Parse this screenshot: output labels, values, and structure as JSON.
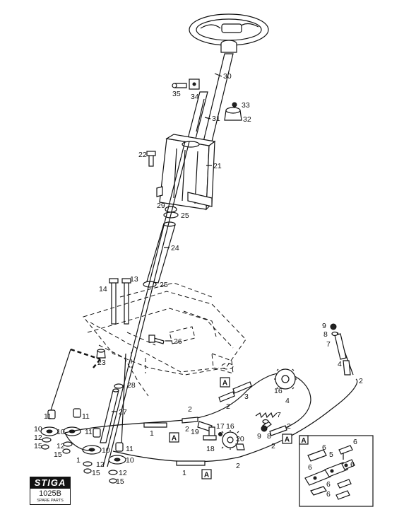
{
  "brand": {
    "logo_text": "STIGA",
    "model": "1025B",
    "subtitle": "SPARE PARTS"
  },
  "callouts": {
    "c30": "30",
    "c35": "35",
    "c34": "34",
    "c33": "33",
    "c32": "32",
    "c31": "31",
    "c22": "22",
    "c21": "21",
    "c29": "29",
    "c25a": "25",
    "c24": "24",
    "c25b": "25",
    "c14": "14",
    "c13": "13",
    "c26": "26",
    "c23": "23",
    "c28": "28",
    "c27": "27",
    "c11a": "11",
    "c11b": "11",
    "c11c": "11",
    "c11d": "11",
    "c10a": "10",
    "c10b": "10",
    "c10c": "10",
    "c10d": "10",
    "c12a": "12",
    "c12b": "12",
    "c12c": "12",
    "c12d": "12",
    "c15a": "15",
    "c15b": "15",
    "c15c": "15",
    "c15d": "15",
    "c1a": "1",
    "c1b": "1",
    "c1c": "1",
    "c2a": "2",
    "c2b": "2",
    "c2c": "2",
    "c2d": "2",
    "c2e": "2",
    "c2f": "2",
    "c2g": "2",
    "c3": "3",
    "c4a": "4",
    "c4b": "4",
    "c7a": "7",
    "c7b": "7",
    "c8a": "8",
    "c8b": "8",
    "c9a": "9",
    "c9b": "9",
    "c16a": "16",
    "c16b": "16",
    "c17": "17",
    "c18": "18",
    "c19": "19",
    "c20": "20",
    "c5": "5",
    "c6a": "6",
    "c6b": "6",
    "c6c": "6",
    "c6d": "6",
    "c6e": "6",
    "c6f": "6"
  },
  "detail_markers": {
    "a1": "A",
    "a2": "A",
    "a3": "A",
    "a4": "A",
    "inset": "A"
  }
}
